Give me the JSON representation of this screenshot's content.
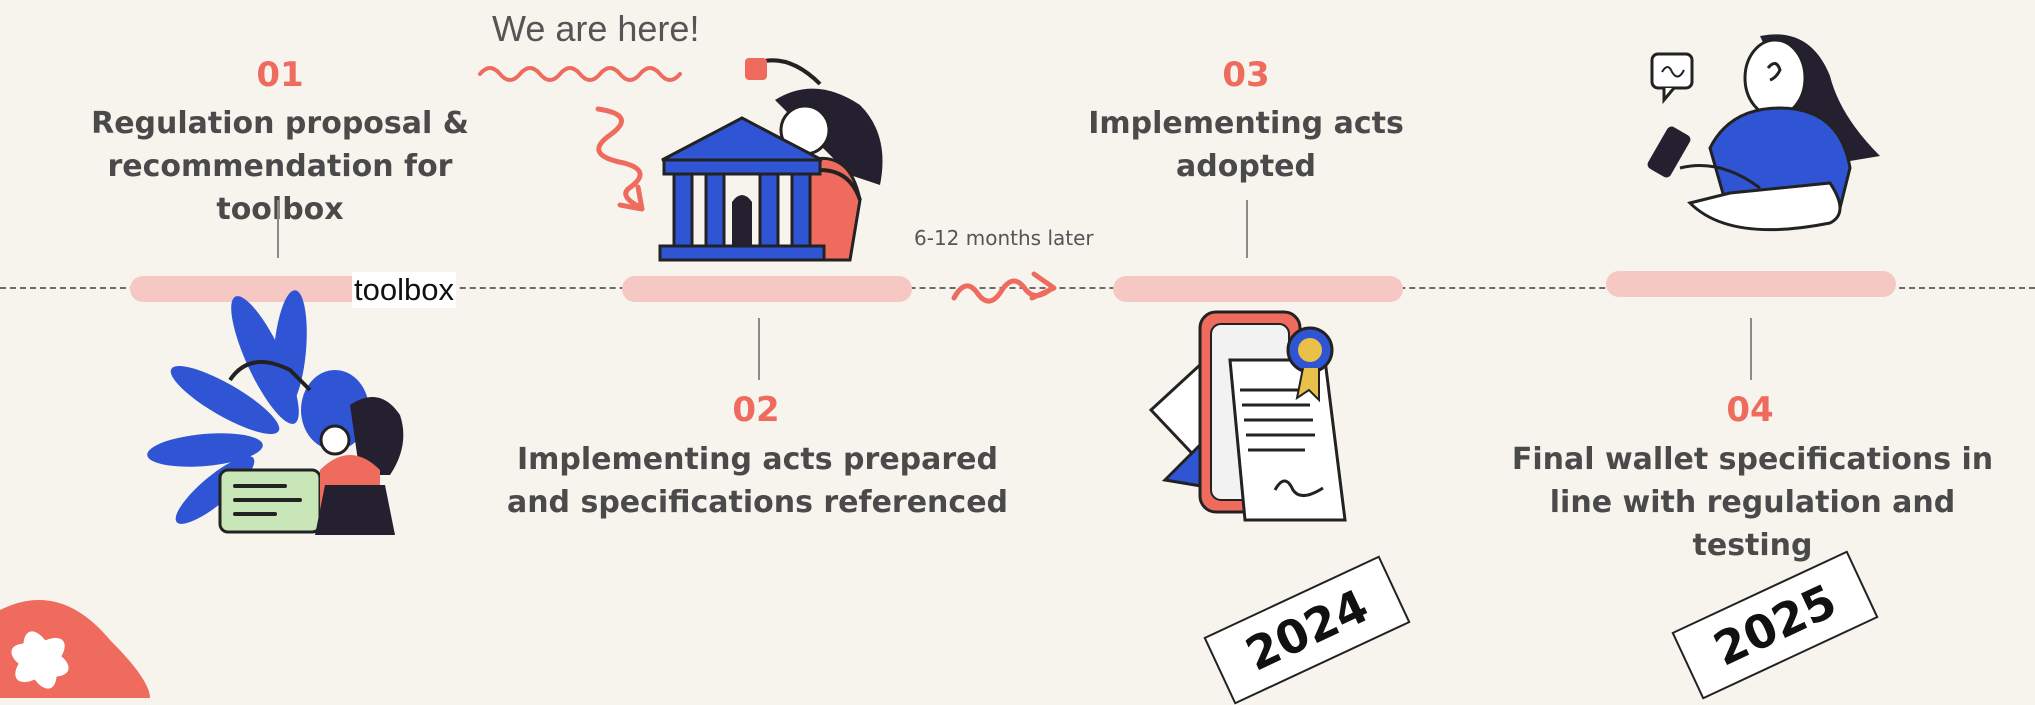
{
  "annotation": {
    "we_are_here": "We are here!",
    "toolbox": "toolbox",
    "later": "6-12 months later"
  },
  "steps": [
    {
      "num": "01",
      "line1": "Regulation proposal &",
      "line2": "recommendation for toolbox"
    },
    {
      "num": "02",
      "line1": "Implementing acts prepared",
      "line2": "and specifications referenced"
    },
    {
      "num": "03",
      "line1": "Implementing acts",
      "line2": "adopted"
    },
    {
      "num": "04",
      "line1": "Final wallet specifications in",
      "line2": "line with regulation and testing"
    }
  ],
  "years": [
    "2024",
    "2025"
  ],
  "colors": {
    "accent": "#ee6b5e",
    "blue": "#2f55d4",
    "pill": "#f6c8c4",
    "text": "#4a4a4a"
  },
  "icons": [
    "woman-with-wallet-illustration",
    "woman-with-bank-building-illustration",
    "phone-with-certificate-illustration",
    "woman-with-phone-illustration"
  ]
}
